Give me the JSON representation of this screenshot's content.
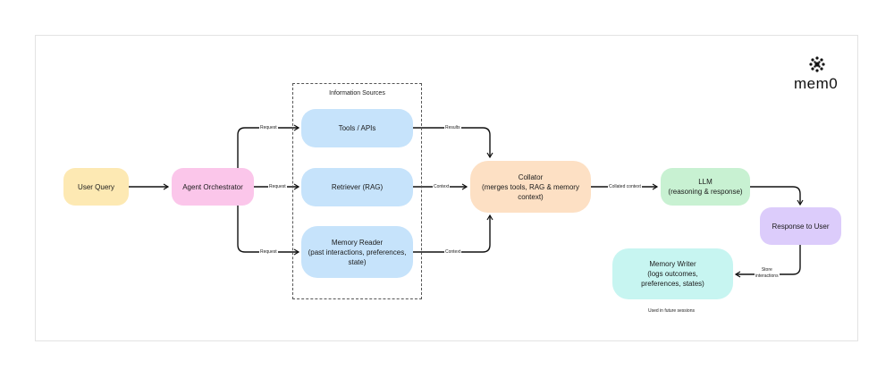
{
  "brand": {
    "name": "mem0",
    "icon": "mem0-logo-icon"
  },
  "group": {
    "title": "Information Sources"
  },
  "nodes": {
    "user_query": {
      "label": "User Query",
      "color": "#fde9b3"
    },
    "orchestrator": {
      "label": "Agent Orchestrator",
      "color": "#fbc6ea"
    },
    "tools": {
      "label": "Tools / APIs",
      "color": "#c6e3fb"
    },
    "retriever": {
      "label": "Retriever (RAG)",
      "color": "#c6e3fb"
    },
    "mem_reader": {
      "label": "Memory Reader\n(past interactions, preferences,\nstate)",
      "color": "#c6e3fb"
    },
    "collator": {
      "label": "Collator\n(merges tools, RAG & memory\ncontext)",
      "color": "#fde0c4"
    },
    "llm": {
      "label": "LLM\n(reasoning & response)",
      "color": "#c8f1d2"
    },
    "response": {
      "label": "Response to User",
      "color": "#dcccfb"
    },
    "mem_writer": {
      "label": "Memory Writer\n(logs outcomes,\npreferences, states)",
      "color": "#c7f5f1"
    }
  },
  "edges": {
    "req_tools": "Request",
    "req_retriever": "Request",
    "req_memory": "Request",
    "results": "Results",
    "context_rag": "Context",
    "context_memory": "Context",
    "collated": "Collated context",
    "store": "Store\ninteractions"
  },
  "note": "Used in future sessions"
}
